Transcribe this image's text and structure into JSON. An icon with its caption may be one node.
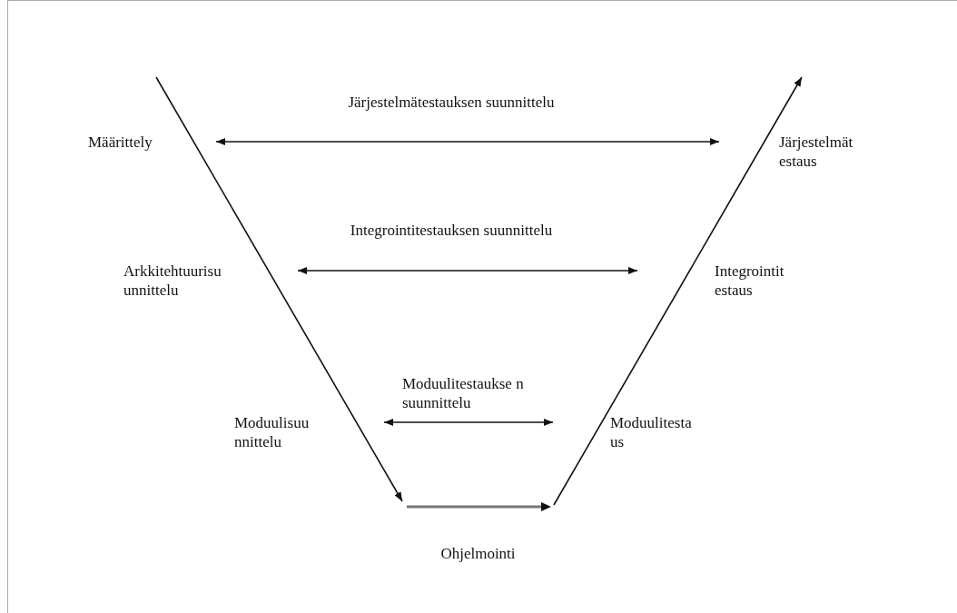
{
  "diagram": {
    "nodes": [
      {
        "text": [
          "Määrittely"
        ]
      },
      {
        "text": [
          "Arkkitehtuurisu unnittelu"
        ]
      },
      {
        "text": [
          "Moduulisuu nnittelu"
        ]
      },
      {
        "text": [
          "Ohjelmointi"
        ]
      },
      {
        "text": [
          "Moduulitesta us"
        ]
      },
      {
        "text": [
          "Integrointit estaus"
        ]
      },
      {
        "text": [
          "Järjestelmät estaus"
        ]
      }
    ],
    "edges": [
      {
        "from": 0,
        "to": 6,
        "arrow": "both",
        "label": "Järjestelmätestauksen suunnittelu"
      },
      {
        "from": 1,
        "to": 5,
        "arrow": "both",
        "label": "Integrointitestauksen suunnittelu"
      },
      {
        "from": 2,
        "to": 4,
        "arrow": "both",
        "label": "Moduulitestaukse n suunnittelu"
      },
      {
        "from": null,
        "to": 3,
        "arrow": "to"
      },
      {
        "from": 3,
        "to": null,
        "arrow": "to"
      }
    ]
  }
}
